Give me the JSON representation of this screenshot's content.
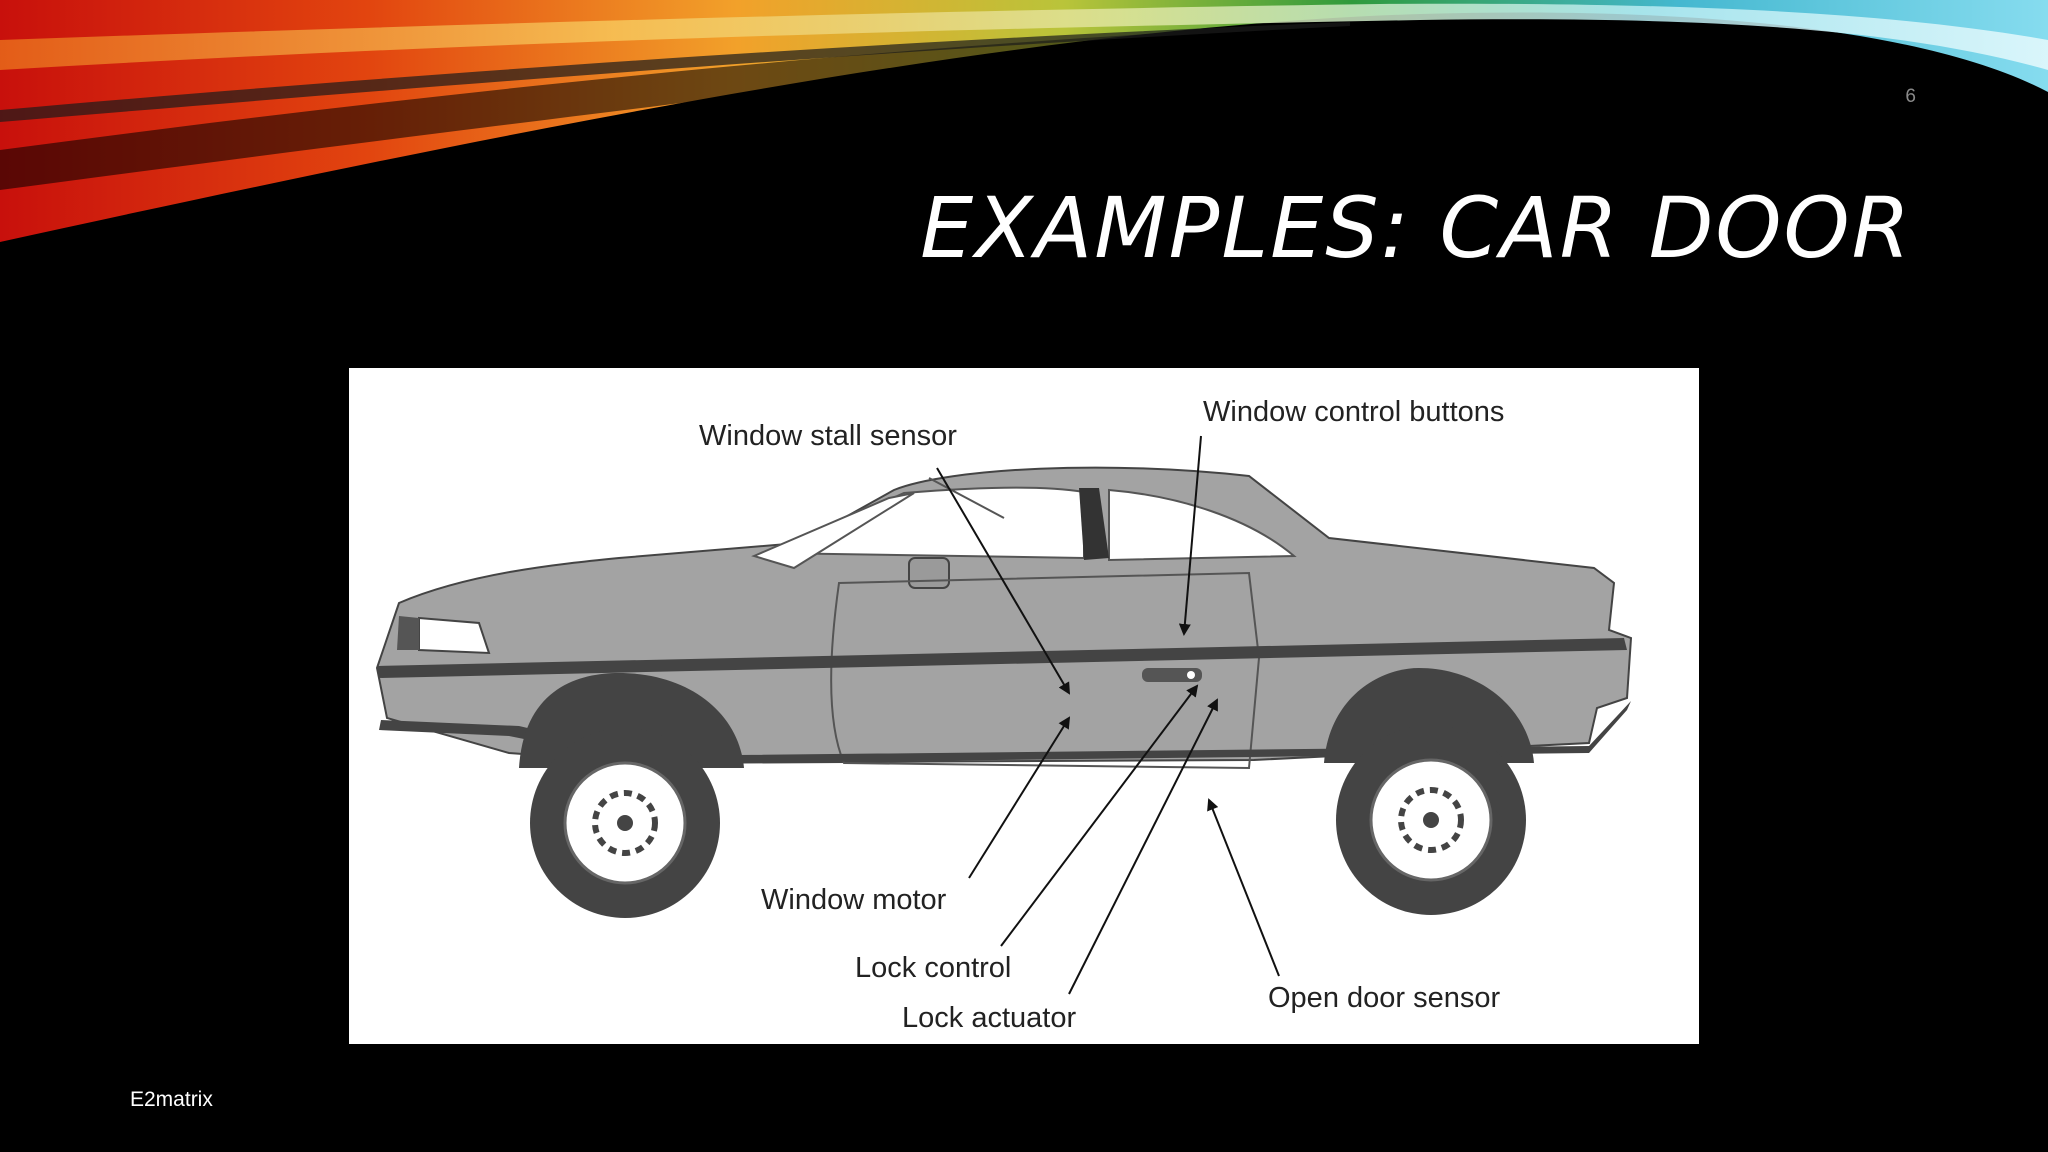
{
  "slide": {
    "number": "6",
    "title": "Examples: Car door",
    "footer": "E2matrix"
  },
  "diagram": {
    "callouts": {
      "window_stall_sensor": "Window stall sensor",
      "window_control_buttons": "Window control buttons",
      "window_motor": "Window motor",
      "lock_control": "Lock control",
      "lock_actuator": "Lock actuator",
      "open_door_sensor": "Open door sensor"
    }
  },
  "colors": {
    "background": "#000000",
    "title": "#ffffff",
    "car_body": "#a3a3a3",
    "car_dark": "#444444",
    "figure_bg": "#ffffff"
  }
}
